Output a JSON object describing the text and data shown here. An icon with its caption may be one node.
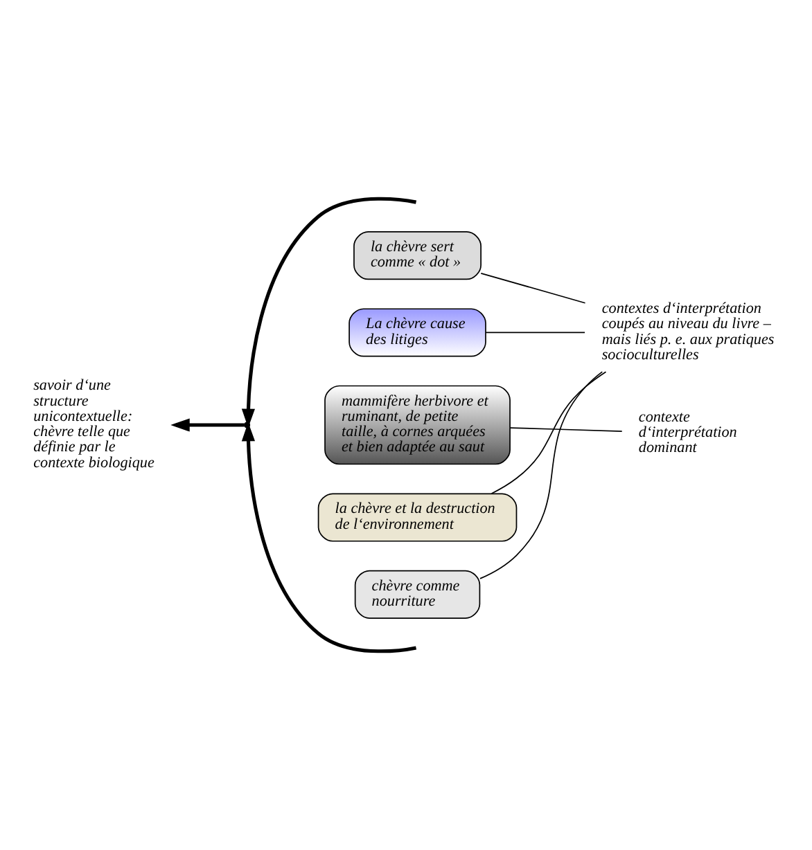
{
  "diagram": {
    "nodes": [
      {
        "text": [
          "savoir d‘une structure unicontextuelle: chèvre telle que définie par le contexte biologique"
        ]
      },
      {
        "text": [
          "la chèvre sert comme « dot »"
        ]
      },
      {
        "text": [
          "La chèvre cause des litiges"
        ]
      },
      {
        "text": [
          "mammifère herbivore et ruminant, de petite taille, à cornes arquées et bien adaptée au saut"
        ]
      },
      {
        "text": [
          "la chèvre et la destruction de l‘environnement"
        ]
      },
      {
        "text": [
          "chèvre comme nourriture"
        ]
      },
      {
        "text": [
          "contexte d‘interprétation dominant"
        ]
      },
      {
        "text": [
          "contextes d‘interprétation coupés au niveau du livre – mais liés p. e. aux pratiques socioculturelles"
        ]
      },
      {
        "text": [],
        "shape": "point"
      }
    ],
    "edges": [
      {
        "from": null,
        "to": 8,
        "arrow": "to",
        "style": "thick"
      },
      {
        "from": null,
        "to": 8,
        "arrow": "to",
        "style": "thick"
      },
      {
        "from": 8,
        "to": 0,
        "arrow": "to",
        "style": "thick"
      },
      {
        "from": 6,
        "to": 3,
        "arrow": "none"
      },
      {
        "from": 7,
        "to": 1,
        "arrow": "none"
      },
      {
        "from": 7,
        "to": 2,
        "arrow": "none"
      },
      {
        "from": 7,
        "to": 4,
        "arrow": "none"
      },
      {
        "from": 7,
        "to": 5,
        "arrow": "none"
      }
    ]
  }
}
